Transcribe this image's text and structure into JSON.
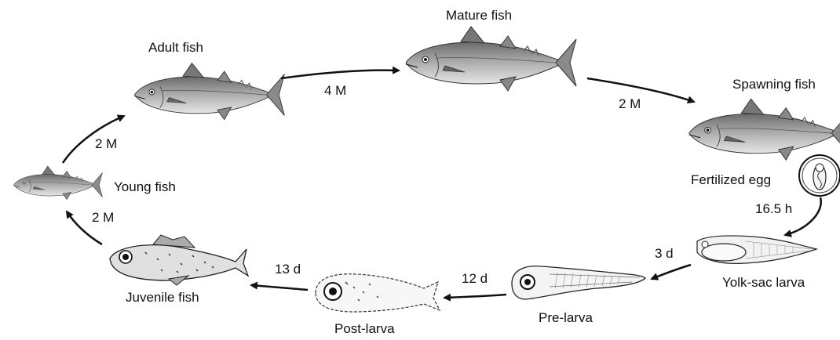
{
  "stages": {
    "adult": "Adult fish",
    "mature": "Mature fish",
    "spawning": "Spawning fish",
    "egg": "Fertilized egg",
    "yolk_sac": "Yolk-sac larva",
    "pre_larva": "Pre-larva",
    "post_larva": "Post-larva",
    "juvenile": "Juvenile fish",
    "young": "Young fish"
  },
  "durations": {
    "adult_to_mature": "4 M",
    "mature_to_spawning": "2 M",
    "egg_to_yolk": "16.5 h",
    "yolk_to_pre": "3 d",
    "pre_to_post": "12 d",
    "post_to_juvenile": "13 d",
    "juvenile_to_young": "2 M",
    "young_to_adult": "2 M"
  }
}
